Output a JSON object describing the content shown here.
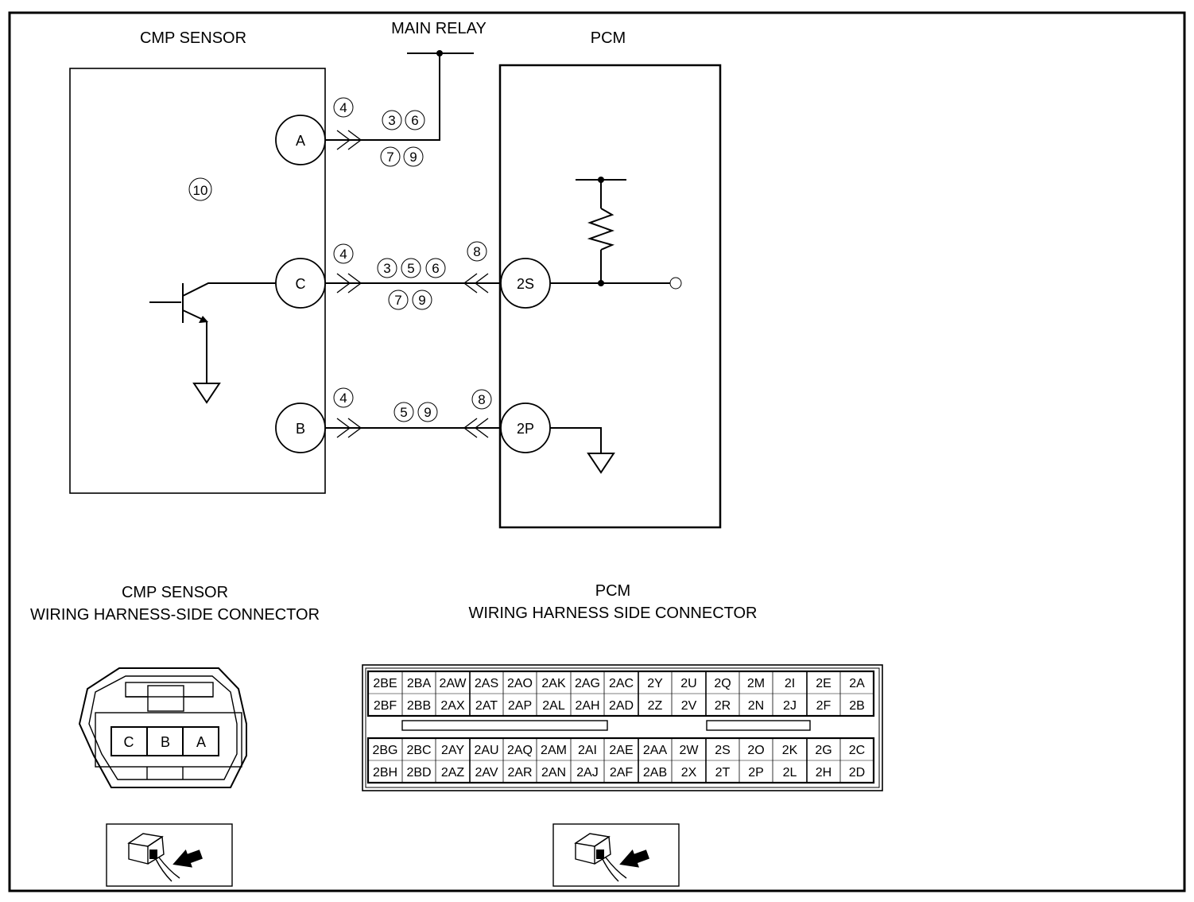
{
  "labels": {
    "cmp_sensor": "CMP SENSOR",
    "main_relay": "MAIN RELAY",
    "pcm": "PCM",
    "cmp_conn_line1": "CMP SENSOR",
    "cmp_conn_line2": "WIRING HARNESS-SIDE CONNECTOR",
    "pcm_conn_line1": "PCM",
    "pcm_conn_line2": "WIRING HARNESS SIDE CONNECTOR"
  },
  "pins": {
    "sensor_a": "A",
    "sensor_c": "C",
    "sensor_b": "B",
    "pcm_2s": "2S",
    "pcm_2p": "2P"
  },
  "circled": {
    "a_4": "4",
    "a_3": "3",
    "a_6": "6",
    "a_7": "7",
    "a_9": "9",
    "ten": "10",
    "c_4": "4",
    "c_3": "3",
    "c_5": "5",
    "c_6": "6",
    "c_7": "7",
    "c_9": "9",
    "c_8": "8",
    "b_4": "4",
    "b_5": "5",
    "b_9": "9",
    "b_8": "8"
  },
  "cmp_connector_pins": [
    "C",
    "B",
    "A"
  ],
  "pcm_connector": {
    "top_rows": [
      [
        "2BE",
        "2BA",
        "2AW",
        "2AS",
        "2AO",
        "2AK",
        "2AG",
        "2AC",
        "2Y",
        "2U",
        "2Q",
        "2M",
        "2I",
        "2E",
        "2A"
      ],
      [
        "2BF",
        "2BB",
        "2AX",
        "2AT",
        "2AP",
        "2AL",
        "2AH",
        "2AD",
        "2Z",
        "2V",
        "2R",
        "2N",
        "2J",
        "2F",
        "2B"
      ]
    ],
    "bottom_rows": [
      [
        "2BG",
        "2BC",
        "2AY",
        "2AU",
        "2AQ",
        "2AM",
        "2AI",
        "2AE",
        "2AA",
        "2W",
        "2S",
        "2O",
        "2K",
        "2G",
        "2C"
      ],
      [
        "2BH",
        "2BD",
        "2AZ",
        "2AV",
        "2AR",
        "2AN",
        "2AJ",
        "2AF",
        "2AB",
        "2X",
        "2T",
        "2P",
        "2L",
        "2H",
        "2D"
      ]
    ]
  }
}
